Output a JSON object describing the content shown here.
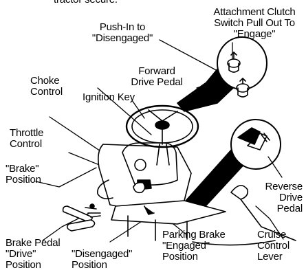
{
  "header_fragment": "tractor secure.",
  "labels": {
    "attachment_clutch": "Attachment Clutch\nSwitch Pull Out To\n\"Engage\"",
    "push_in": "Push-In to\n\"Disengaged\"",
    "forward_drive": "Forward\nDrive Pedal",
    "choke": "Choke\nControl",
    "ignition": "Ignition Key",
    "throttle": "Throttle\nControl",
    "brake_position": "\"Brake\"\nPosition",
    "reverse_drive": "Reverse\nDrive\nPedal",
    "brake_pedal": "Brake Pedal\n\"Drive\"\nPosition",
    "disengaged_position": "\"Disengaged\"\nPosition",
    "parking_brake": "Parking Brake\n\"Engaged\"\nPosition",
    "cruise_control": "Cruise\nControl\nLever"
  },
  "colors": {
    "ink": "#000000",
    "background": "#ffffff"
  }
}
